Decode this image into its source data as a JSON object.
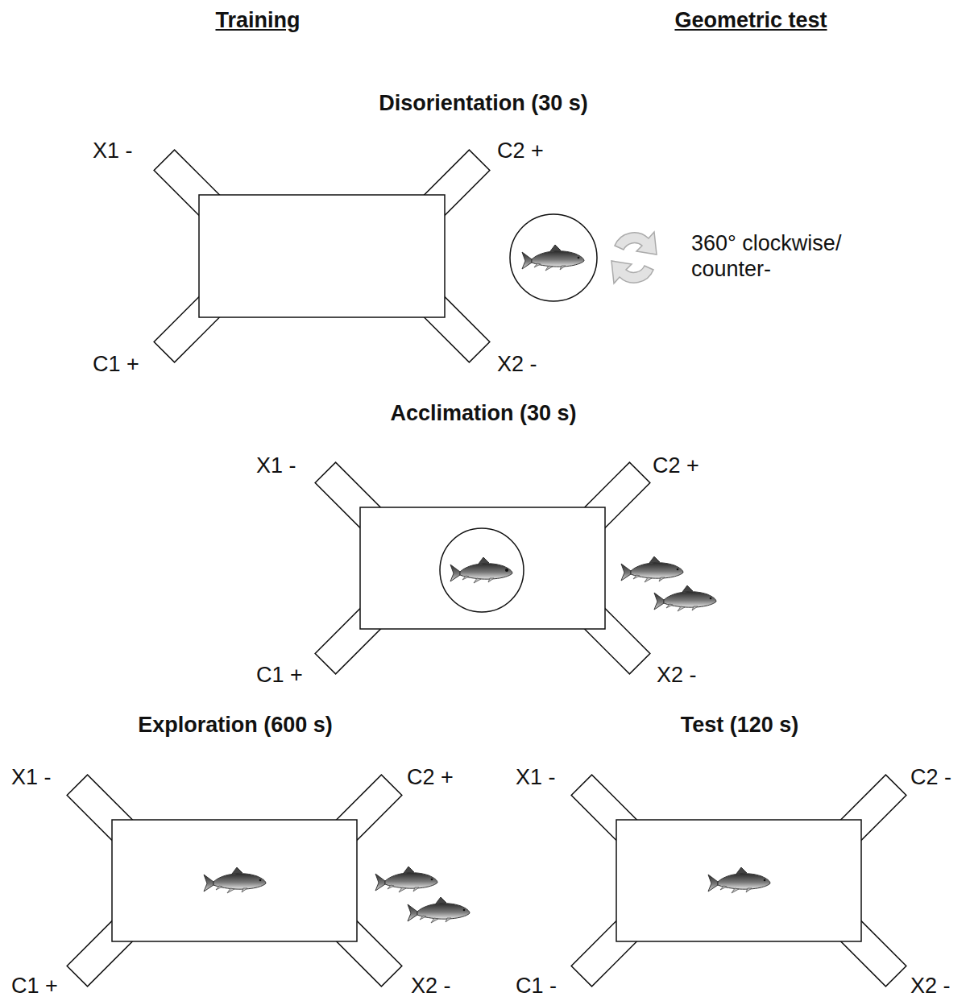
{
  "diagram": {
    "labels": [
      "Training",
      "Geometric test",
      "Disorientation (30 s)",
      "X1 -",
      "C2 +",
      "360° clockwise/ counter-",
      "C1 +",
      "X2 -",
      "Acclimation (30 s)",
      "X1 -",
      "C2 +",
      "C1 +",
      "X2 -",
      "Exploration (600 s)",
      "Test (120 s)",
      "X1 -",
      "C2 +",
      "X1 -",
      "C2 -",
      "C1 +",
      "X2 -",
      "C1 -",
      "X2 -"
    ]
  }
}
